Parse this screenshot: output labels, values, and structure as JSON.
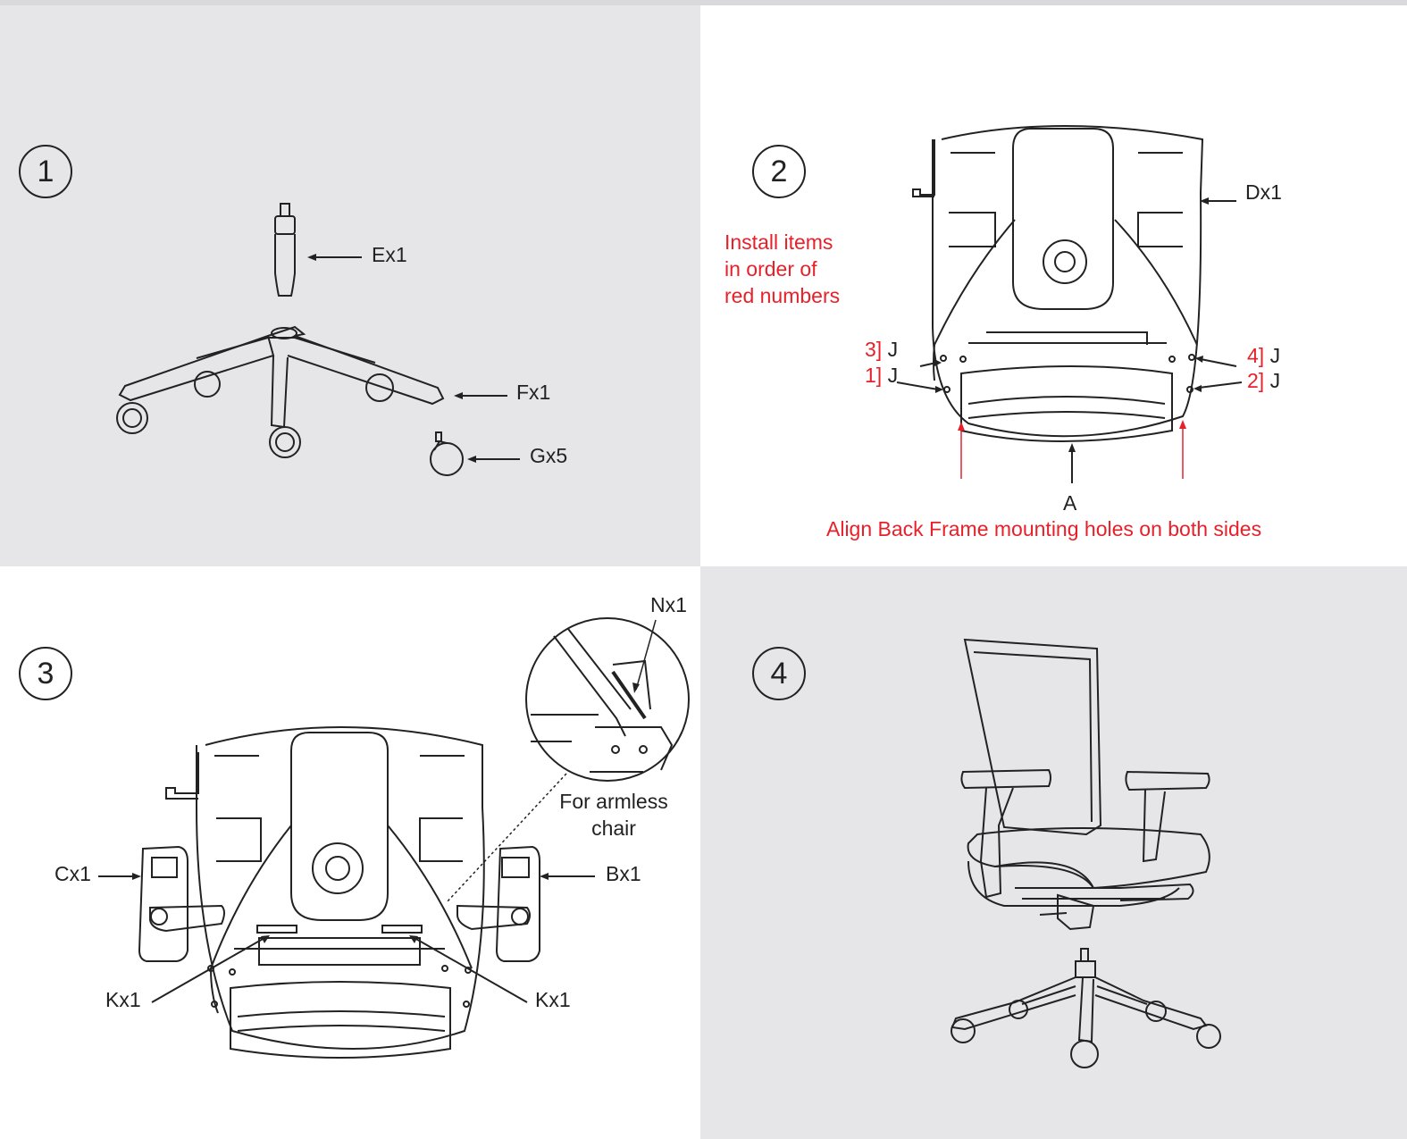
{
  "colors": {
    "panel_gray": "#e6e6e8",
    "line": "#222222",
    "accent_red": "#e8202a",
    "white": "#ffffff"
  },
  "step1": {
    "number": "1",
    "labels": {
      "E": "Ex1",
      "F": "Fx1",
      "G": "Gx5"
    }
  },
  "step2": {
    "number": "2",
    "instruction_lines": [
      "Install items",
      "in order of",
      "red numbers"
    ],
    "labels": {
      "D": "Dx1",
      "A": "A"
    },
    "screws": {
      "s3": {
        "num": "3]",
        "part": "J"
      },
      "s1": {
        "num": "1]",
        "part": "J"
      },
      "s4": {
        "num": "4]",
        "part": "J"
      },
      "s2": {
        "num": "2]",
        "part": "J"
      }
    },
    "align_note": "Align Back Frame mounting holes on both sides"
  },
  "step3": {
    "number": "3",
    "labels": {
      "N": "Nx1",
      "C": "Cx1",
      "B": "Bx1",
      "K_left": "Kx1",
      "K_right": "Kx1"
    },
    "armless_lines": [
      "For armless",
      "chair"
    ]
  },
  "step4": {
    "number": "4"
  }
}
